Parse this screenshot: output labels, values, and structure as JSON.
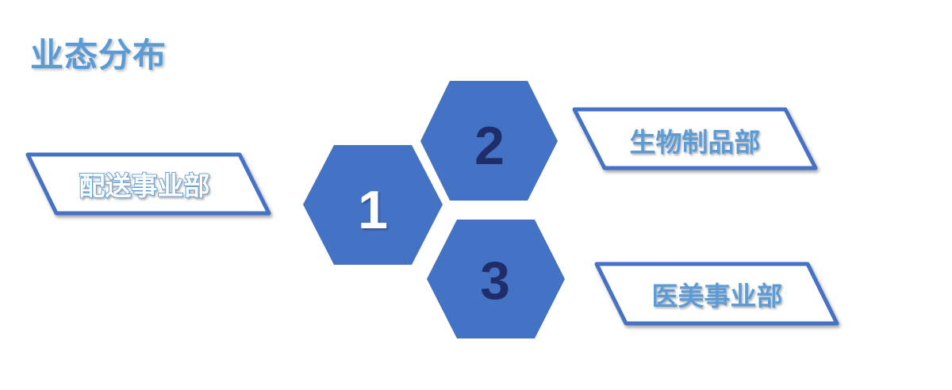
{
  "title": "业态分布",
  "items": [
    {
      "number": "1",
      "label": "配送事业部"
    },
    {
      "number": "2",
      "label": "生物制品部"
    },
    {
      "number": "3",
      "label": "医美事业部"
    }
  ],
  "colors": {
    "title": "#5b9bd5",
    "hexagon": "#4472c4",
    "number_1": "#ffffff",
    "number_dark": "#1f2d6b",
    "box_border": "#4472c4",
    "label_filled": "#5b9bd5",
    "label_outline_stroke": "#5b9bd5",
    "label_outline_fill": "#ffffff"
  }
}
